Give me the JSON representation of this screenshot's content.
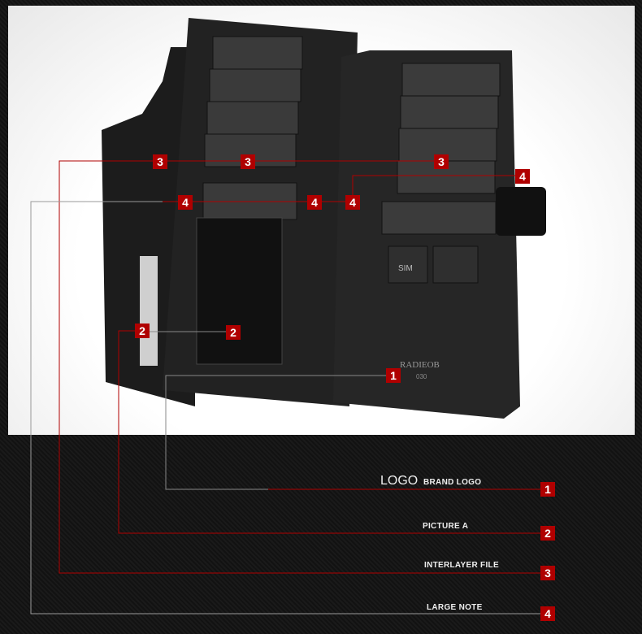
{
  "photo": {
    "brand_emboss": "RADIEOB",
    "brand_sub": "030",
    "sim_label": "SIM"
  },
  "legend": [
    {
      "number": "1",
      "prefix": "LOGO",
      "label": "BRAND LOGO"
    },
    {
      "number": "2",
      "label": "PICTURE A"
    },
    {
      "number": "3",
      "label": "INTERLAYER FILE"
    },
    {
      "number": "4",
      "label": "LARGE NOTE"
    }
  ],
  "colors": {
    "badge": "#b00000",
    "line": "#b00000"
  }
}
